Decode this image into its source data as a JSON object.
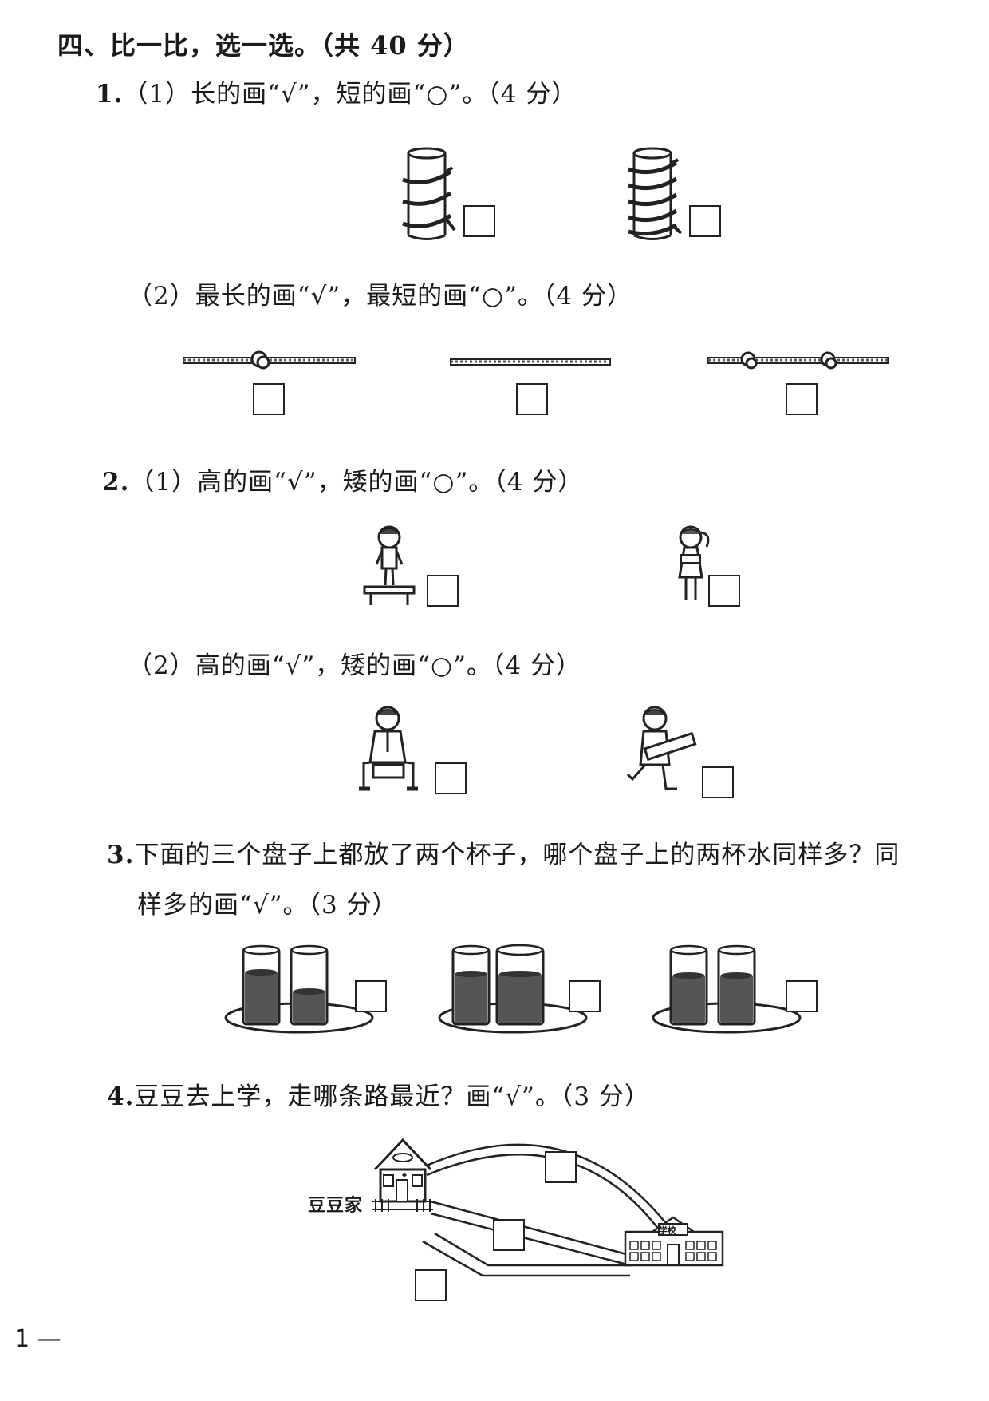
{
  "section": {
    "heading": "四、比一比，选一选。（共 40 分）"
  },
  "q1": {
    "part1": {
      "number": "1.",
      "text": "（1）长的画“√”，短的画“○”。（4 分）"
    },
    "part2": {
      "text": "（2）最长的画“√”，最短的画“○”。（4 分）"
    }
  },
  "q2": {
    "part1": {
      "number": "2.",
      "text": "（1）高的画“√”，矮的画“○”。（4 分）"
    },
    "part2": {
      "text": "（2）高的画“√”，矮的画“○”。（4 分）"
    }
  },
  "q3": {
    "number": "3.",
    "line1": "下面的三个盘子上都放了两个杯子，哪个盘子上的两杯水同样多？同",
    "line2": "样多的画“√”。（3 分）"
  },
  "q4": {
    "number": "4.",
    "text": "豆豆去上学，走哪条路最近？画“√”。（3 分）",
    "home_label": "豆豆家",
    "school_sign": "学校"
  },
  "footer": {
    "page_number": "1 —"
  },
  "icons": [
    "cylinder-with-rope-icon",
    "rope-icon",
    "child-on-bench-icon",
    "girl-icon",
    "man-sitting-icon",
    "boy-carrying-icon",
    "cup-icon",
    "house-icon",
    "school-building-icon"
  ]
}
